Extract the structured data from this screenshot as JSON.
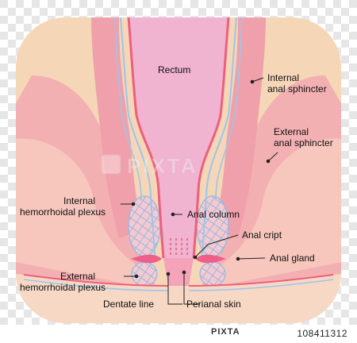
{
  "labels": {
    "rectum": "Rectum",
    "internal_anal_sphincter_1": "Internal",
    "internal_anal_sphincter_2": "anal sphincter",
    "external_anal_sphincter_1": "External",
    "external_anal_sphincter_2": "anal sphincter",
    "internal_hemorrhoidal_plexus_1": "Internal",
    "internal_hemorrhoidal_plexus_2": "hemorrhoidal plexus",
    "anal_column": "Anal column",
    "anal_cript": "Anal cript",
    "anal_gland": "Anal gland",
    "external_hemorrhoidal_plexus_1": "External",
    "external_hemorrhoidal_plexus_2": "hemorrhoidal plexus",
    "dentate_line": "Dentate line",
    "perianal_skin": "Perianal skin"
  },
  "watermark": {
    "text": "PIXTA",
    "logo_mark": "pixta-logo"
  },
  "footer": {
    "brand": "PIXTA",
    "image_id": "108411312"
  },
  "colors": {
    "background_checker_light": "#ffffff",
    "background_checker_dark": "#e6e6e6",
    "skin_panel": "#f5d7b8",
    "muscle_pink": "#f3aeb4",
    "muscle_light": "#f7c6c1",
    "rectum_lumen": "#f0b3d0",
    "mucosa_edge": "#ee5f7c",
    "vein_blue": "#9cc5ec",
    "leader_line": "#222222"
  }
}
